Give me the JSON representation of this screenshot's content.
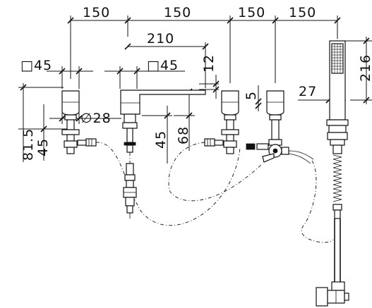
{
  "dimensions": {
    "top_spacing_1": "150",
    "top_spacing_2": "150",
    "top_spacing_3": "150",
    "top_spacing_4": "150",
    "spout_reach": "210",
    "handle_square_left": "□45",
    "handle_square_spout": "□45",
    "spout_height_offset": "12",
    "handle_inset": "5",
    "hand_shower_offset": "27",
    "hand_shower_length": "216",
    "total_height": "81.5",
    "base_diameter": "∅28",
    "left_body_height": "45",
    "spout_body_height": "45",
    "spout_height": "68"
  }
}
